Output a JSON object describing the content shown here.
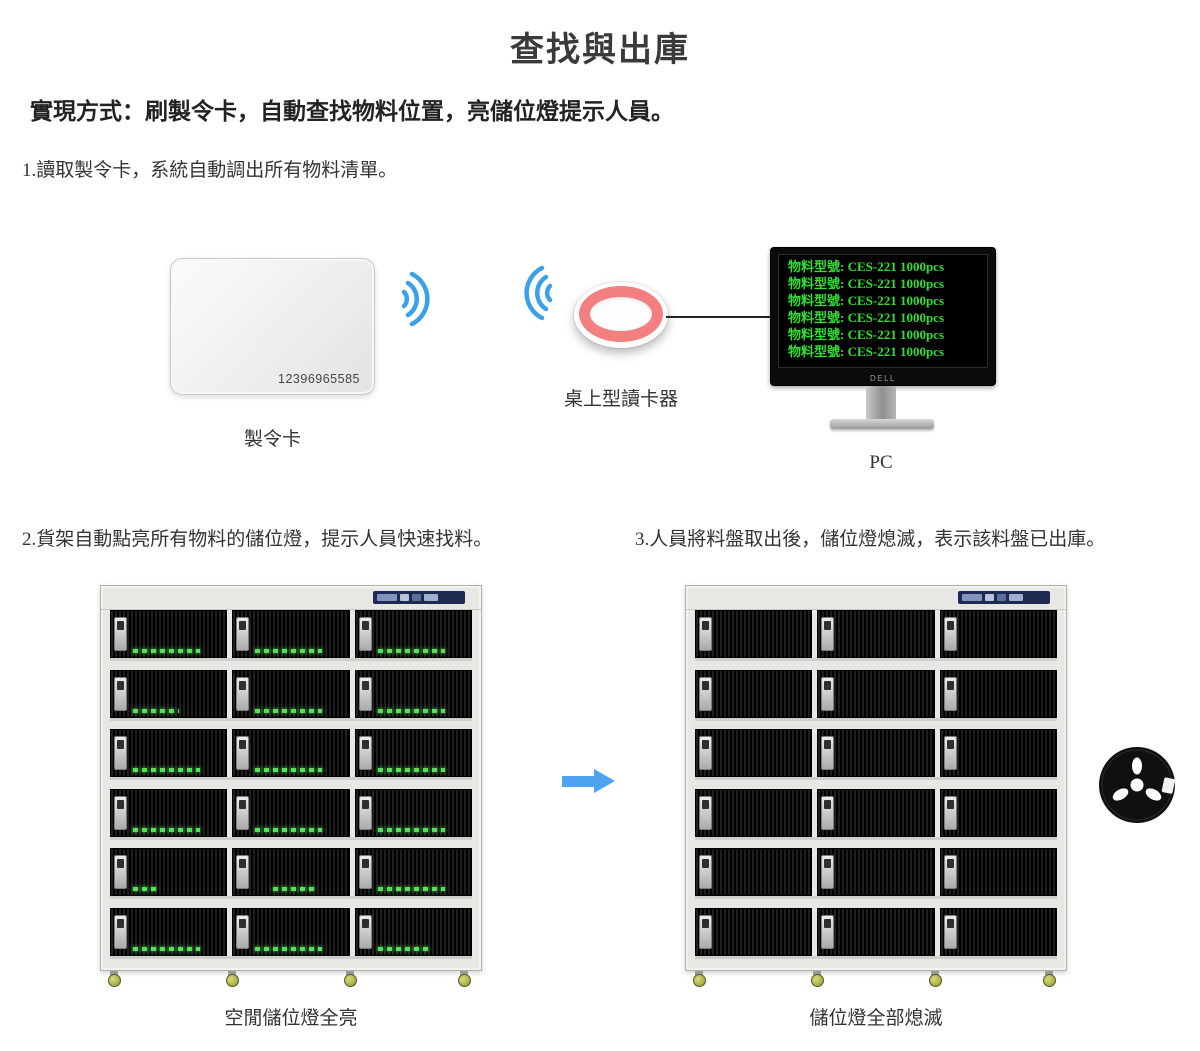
{
  "page": {
    "title": "查找與出庫",
    "method_line": "實現方式：刷製令卡，自動查找物料位置，亮儲位燈提示人員。",
    "steps": {
      "step1": "1.讀取製令卡，系統自動調出所有物料清單。",
      "step2": "2.貨架自動點亮所有物料的儲位燈，提示人員快速找料。",
      "step3": "3.人員將料盤取出後，儲位燈熄滅，表示該料盤已出庫。"
    }
  },
  "card": {
    "number": "12396965585",
    "caption": "製令卡"
  },
  "reader": {
    "caption": "桌上型讀卡器"
  },
  "monitor": {
    "caption": "PC",
    "brand": "DELL",
    "screen_lines": [
      "物料型號: CES-221 1000pcs",
      "物料型號: CES-221 1000pcs",
      "物料型號: CES-221 1000pcs",
      "物料型號: CES-221 1000pcs",
      "物料型號: CES-221 1000pcs",
      "物料型號: CES-221 1000pcs"
    ]
  },
  "racks": {
    "rows": 6,
    "columns": 3,
    "left": {
      "caption": "空閒儲位燈全亮",
      "leds_on": true
    },
    "right": {
      "caption": "儲位燈全部熄滅",
      "leds_on": false
    }
  },
  "colors": {
    "wifi_blue": "#3aa0e8",
    "arrow_blue": "#4da3f0",
    "reader_ring": "#f28080",
    "led_green": "#55e05a",
    "screen_green": "#33dd33"
  }
}
